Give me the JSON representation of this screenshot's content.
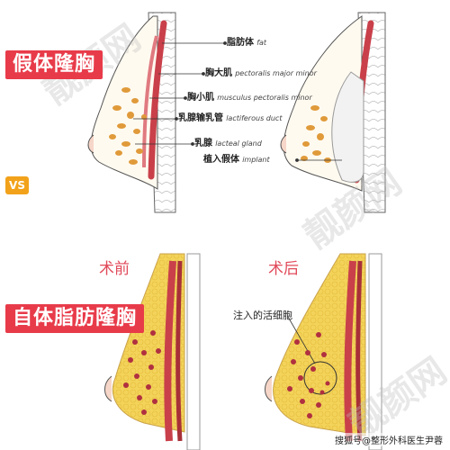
{
  "titles": {
    "implant": "假体隆胸",
    "fat": "自体脂肪隆胸",
    "vs": "VS"
  },
  "phases": {
    "before": "术前",
    "after": "术后"
  },
  "labels": {
    "fat_cn": "脂肪体",
    "fat_en": "fat",
    "major_cn": "胸大肌",
    "major_en": "pectoralis major minor",
    "minor_cn": "胸小肌",
    "minor_en": "musculus pectoralis minor",
    "duct_cn": "乳腺输乳管",
    "duct_en": "lactiferous duct",
    "gland_cn": "乳腺",
    "gland_en": "lacteal gland",
    "implant_cn": "植入假体",
    "implant_en": "implant",
    "cells": "注入的活细胞"
  },
  "watermark": "靓颜网",
  "credit": "搜狐号@整形外科医生尹蓉",
  "colors": {
    "title_bg": "#e83b4a",
    "vs_bg": "#f2a21a",
    "phase_text": "#e04a5a",
    "muscle": "#c9404a",
    "fat_tissue": "#f3d35a",
    "gland_blob": "#e09a3a",
    "implant": "#f2f2f2"
  }
}
